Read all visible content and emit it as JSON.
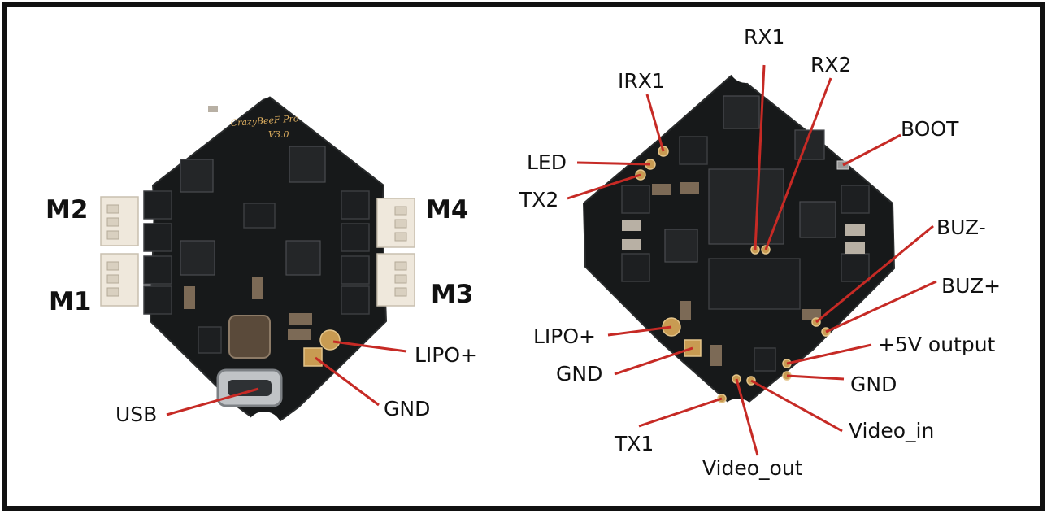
{
  "left_board": {
    "silkscreen_title": "CrazyBeeF Pro",
    "silkscreen_version": "V3.0",
    "motor_labels": {
      "m1": "M1",
      "m2": "M2",
      "m3": "M3",
      "m4": "M4"
    },
    "pin_labels": {
      "usb": "USB",
      "lipo_plus": "LIPO+",
      "gnd": "GND"
    }
  },
  "right_board": {
    "pin_labels": {
      "rx1": "RX1",
      "rx2": "RX2",
      "irx1": "IRX1",
      "led": "LED",
      "tx2": "TX2",
      "boot": "BOOT",
      "buz_minus": "BUZ-",
      "buz_plus": "BUZ+",
      "plus5v_output": "+5V output",
      "gnd_right": "GND",
      "video_in": "Video_in",
      "video_out": "Video_out",
      "tx1": "TX1",
      "lipo_plus": "LIPO+",
      "gnd_left": "GND"
    }
  },
  "colors": {
    "leader_line": "#c62a25",
    "frame": "#111111",
    "pcb": "#17191a",
    "pad_gold": "#c89b52"
  }
}
